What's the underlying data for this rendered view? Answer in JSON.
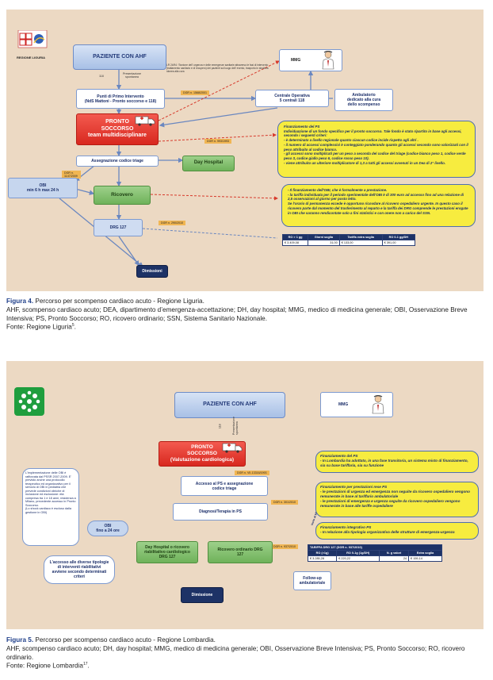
{
  "figure4": {
    "region_label": "REGIONE LIGURIA",
    "nodes": {
      "patient": "PAZIENTE CON AHF",
      "mmg": "MMG",
      "first_aid": "Punti di Primo Intervento\n(NdS Mattoni - Pronto soccorso e 118)",
      "central_ops": "Centrale Operativa\n5 centrali 118",
      "ambulatory": "Ambulatorio\ndedicato alla cura\ndello scompenso",
      "ps": "PRONTO\nSOCCORSO\nteam multidisciplinare",
      "triage": "Assegnazione codice triage",
      "day_hospital": "Day Hospital",
      "obi": "OBI\nmin 6 h max 24 h",
      "ricovero": "Ricovero",
      "drg": "DRG 127",
      "dimissioni": "Dimissioni"
    },
    "small_labels": {
      "n118": "118",
      "presentazione": "Presentazione\nspontanea",
      "note": "LR 24/94: 'Sezione dell' urgenza e delle emergenze sanitarie attraverso le fasi di intervento (trattamento sanitario e di recupero) dei pazienti sul luogo dell' evento, trasporto in struttura idonea alla cura"
    },
    "dgr_tags": [
      "DGR n. 1568/2001",
      "DGR n. 993/1993",
      "DGR n. 1147/2009",
      "DGR n. 290/2010"
    ],
    "finance_box_1": {
      "title": "Finanziamento del PS",
      "lines": [
        "Individuazione di un fondo specifico per il pronto soccorso. Tale fondo è stato ripartito in base agli accessi, secondo i seguenti criteri:",
        "- è determinato a livello regionale quanto ciascun codice incide rispetto agli altri .",
        "- il numero di accessi complessivi è conteggiato ponderando quanto gli accessi secondo sono valorizzati con il peso attribuito al codice bianco.",
        "- gli accessi sono moltiplicati per un peso a seconda del codice del triage (codice bianco peso 1, codice verde peso 3, codice giallo peso 6, codice rosso peso 10).",
        "- viene attribuito un ulteriore moltiplicatore di 1,3 a tutti gli accessi avvenuti in un Dea di 2° livello."
      ]
    },
    "finance_box_2": {
      "lines": [
        "- Il finanziamento dell'OBI, che è formalmente a prestazione.",
        "- la tariffa individuata per il periodo sperimentale dell'OBI è di 300 euro ad accesso fino ad una relazione di 2,5 osservazioni al giorno per posto letto.",
        "Se l'orario di permanenza eccede è opportuno ricovdare al ricovero ospedaliero urgente. In questo caso il ricovero parte dal momento del trasferimento al reparto e la tariffa dei DRG comprende le prestazioni erogate in OBI che saranno rendicontate solo a fini statistici e con onere non a carico del SSN."
      ]
    },
    "table": {
      "headers": [
        "RO > 1 gg",
        "Giorni soglia",
        "Tariffa extra soglia",
        "RO 0-1 gg/DH"
      ],
      "row": [
        "€        3.409,08",
        "31,00",
        "€        133,00",
        "€        391,00"
      ]
    },
    "caption": {
      "label": "Figura 4.",
      "title": "Percorso per scompenso cardiaco acuto - Regione Liguria.",
      "abbrev": "AHF, scompenso cardiaco acuto; DEA, dipartimento d’emergenza-accettazione; DH, day hospital; MMG, medico di medicina generale;  OBI, Osservazione Breve Intensiva; PS, Pronto Soccorso; RO, ricovero ordinario; SSN, Sistema Sanitario Nazionale.",
      "source": "Fonte: Regione Liguria",
      "ref": "5"
    }
  },
  "figure5": {
    "nodes": {
      "patient": "PAZIENTE CON AHF",
      "mmg": "MMG",
      "ps": "PRONTO\nSOCCORSO\n(Valutazione cardiologica)",
      "access": "Accesso al PS e assegnazione\ncodice triage",
      "diag": "Diagnosi/Terapia in PS",
      "obi": "OBI\nfino a 24 ore",
      "dh": "Day Hospital o ricovero\nriabilitativo cardiologico\nDRG 127",
      "ro": "Ricovero ordinario DRG\n127",
      "dimissione": "Dimissione",
      "followup": "Follow-up\nambulatoriale",
      "rehab": "L'accesso alle diverse tipologie\ndi interventi riabilitativi\navviene secondo determinati\ncriteri"
    },
    "small_labels": {
      "n118": "118",
      "presentazione": "Presentazione\nspontanea",
      "arrow_label": "Invio al MMG/Specialista"
    },
    "side_note": "L'implementazione delle OBI è rafforzata dal PSSR 2007-2009. E' previsto anche una protocollo terapeutico ed organizzativo per il servizio di OBI in pediatria che prevede condizioni cliniche di inclusione ed esclusione: età compresa tra 1 e 18 anni, residenza a Milano, precedente accesso in Pronto Soccorso.\n(Lo shock cardiaco è escluso dalla gestione in OBI)",
    "dgr_tags": [
      "DGR n. VII-13316/1993",
      "DGR n. 301/2010",
      "DGR n. 937/2010"
    ],
    "finance_box_1": {
      "title": "Finanziamento del PS",
      "text": "- In Lombardia ha adottato, in una fase transitoria, un sistema misto di finanziamento, sia su base tariffaria, sia su funzione"
    },
    "finance_box_2": {
      "title": "Finanziamento per prestazioni rese PS",
      "lines": [
        "- le prestazioni di urgenza ed emergenza non seguite da ricovero ospedaliero vengono remunerate in base al tariffario ambulatoriale",
        "- le prestazioni di emergenza e urgenza seguite da ricovero ospedaliero vengono remunerate in base alle tariffe ospedaliere"
      ]
    },
    "finance_box_3": {
      "title": "Finanziamento integrativo PS",
      "text": "- In relazione alla tipologia organizzativa delle strutture di emergenza-urgenza"
    },
    "table": {
      "title": "TARIFFA DRG 127 (DGR n. 937/2010)",
      "headers": [
        "RO (>1g)",
        "RO 0-1g (1g/DH)",
        "N. g valori",
        "Extra soglia"
      ],
      "row": [
        "€        3.285,28",
        "€        220,22",
        "24",
        "€        159,14"
      ]
    },
    "caption": {
      "label": "Figura 5.",
      "title": "Percorso per scompenso cardiaco acuto - Regione Lombardia.",
      "abbrev": "AHF, scompenso cardiaco acuto; DH, day hospital; MMG, medico di medicina generale; OBI, Osservazione Breve Intensiva; PS, Pronto Soccorso; RO, ricovero ordinario.",
      "source": "Fonte: Regione Lombardia",
      "ref": "17"
    }
  }
}
